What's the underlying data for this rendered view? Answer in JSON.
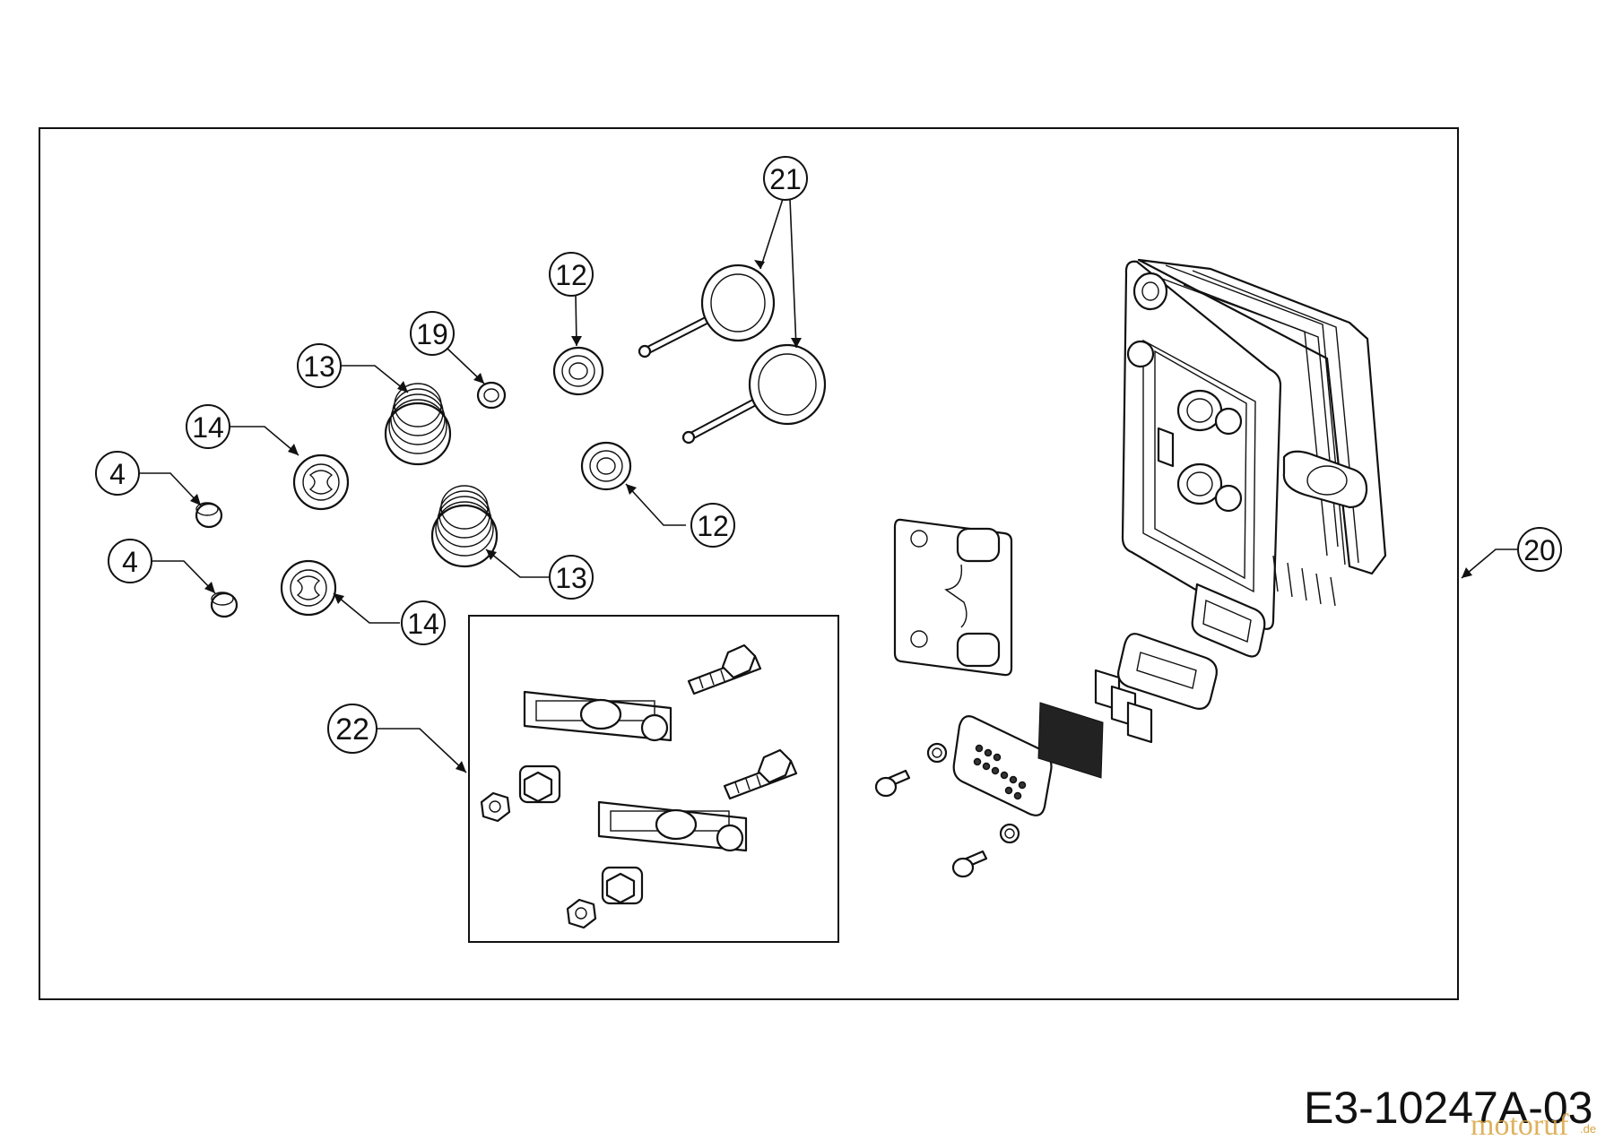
{
  "diagram": {
    "drawing_code": "E3-10247A-03",
    "watermark": {
      "brand": "motoruf",
      "suffix": ".de"
    },
    "callouts": [
      {
        "id": "c21",
        "label": "21"
      },
      {
        "id": "c12a",
        "label": "12"
      },
      {
        "id": "c19",
        "label": "19"
      },
      {
        "id": "c13a",
        "label": "13"
      },
      {
        "id": "c14a",
        "label": "14"
      },
      {
        "id": "c4a",
        "label": "4"
      },
      {
        "id": "c12b",
        "label": "12"
      },
      {
        "id": "c13b",
        "label": "13"
      },
      {
        "id": "c4b",
        "label": "4"
      },
      {
        "id": "c14b",
        "label": "14"
      },
      {
        "id": "c22",
        "label": "22"
      },
      {
        "id": "c20",
        "label": "20"
      }
    ]
  }
}
